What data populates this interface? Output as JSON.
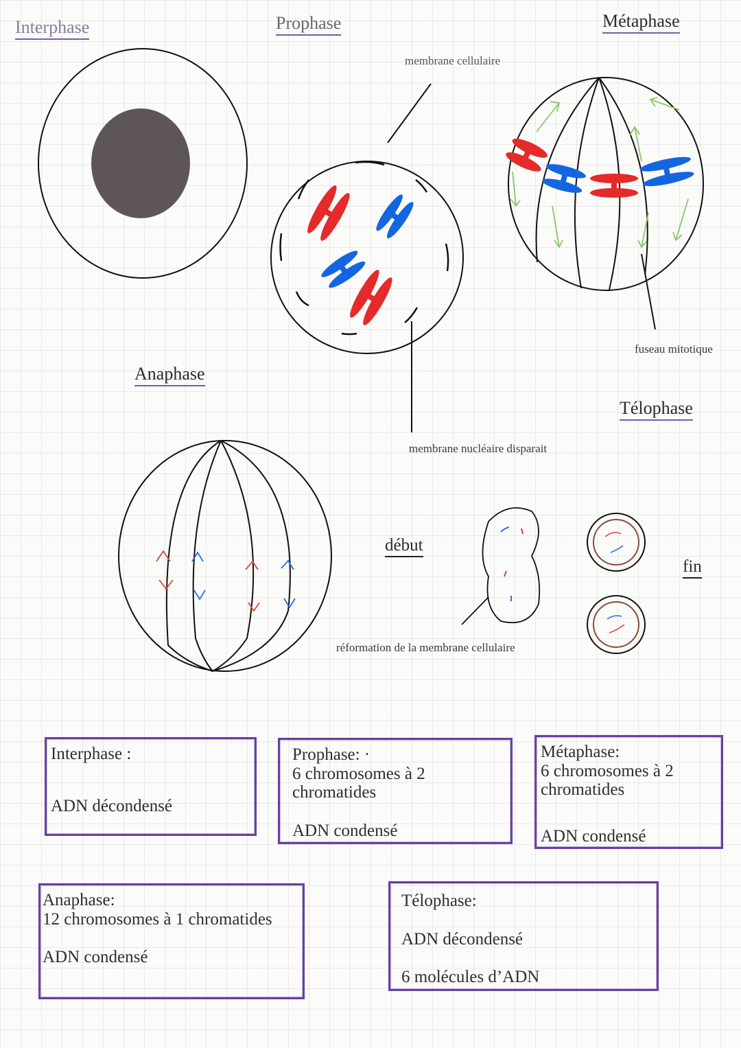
{
  "headings": {
    "interphase": "Interphase",
    "prophase": "Prophase",
    "metaphase": "Métaphase",
    "anaphase": "Anaphase",
    "telophase": "Télophase"
  },
  "annotations": {
    "membrane_cellulaire": "membrane cellulaire",
    "fuseau_mitotique": "fuseau mitotique",
    "membrane_nucleaire": "membrane nucléaire disparait",
    "debut": "début",
    "fin": "fin",
    "reformation": "réformation de la membrane cellulaire"
  },
  "summary_boxes": [
    {
      "title": "Interphase :",
      "lines": [
        "ADN décondensé"
      ]
    },
    {
      "title": "Prophase: ·",
      "lines": [
        "6 chromosomes à 2",
        "chromatides",
        "ADN condensé"
      ]
    },
    {
      "title": "Métaphase:",
      "lines": [
        "6 chromosomes à 2",
        "chromatides",
        "ADN condensé"
      ]
    },
    {
      "title": "Anaphase:",
      "lines": [
        "12 chromosomes à 1  chromatides",
        "ADN condensé"
      ]
    },
    {
      "title": "Télophase:",
      "lines": [
        "ADN décondensé",
        "6 molécules d’ADN"
      ]
    }
  ],
  "colors": {
    "box_border": "#6a3fa0",
    "red": "#e52a2a",
    "blue": "#1466e0",
    "green": "#8cc56a",
    "nucleus": "#5e5557"
  }
}
